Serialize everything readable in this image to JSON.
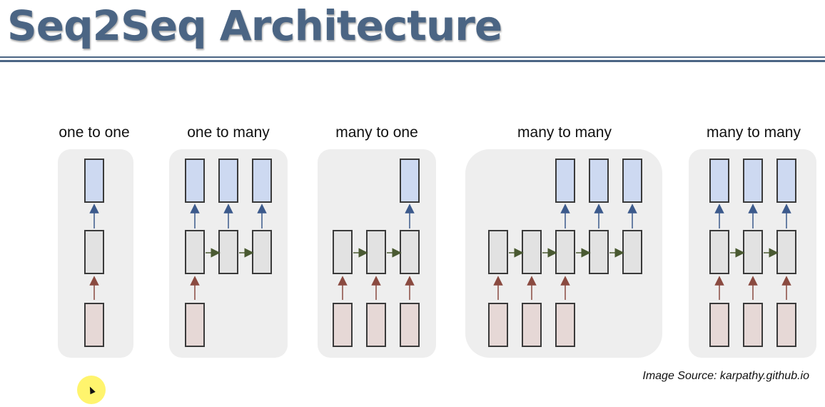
{
  "header": {
    "title": "Seq2Seq Architecture"
  },
  "diagrams": [
    {
      "caption": "one to one"
    },
    {
      "caption": "one to many"
    },
    {
      "caption": "many to one"
    },
    {
      "caption": "many to many"
    },
    {
      "caption": "many to many"
    }
  ],
  "source_note": "Image Source: karpathy.github.io",
  "colors": {
    "title": "#4b6584",
    "output_box": "#cdd9f1",
    "hidden_box": "#e2e2e2",
    "input_box": "#e6d8d6",
    "output_arrow": "#3c5a8c",
    "input_arrow": "#8a4a40",
    "recurrent_arrow": "#4a5a32",
    "panel": "#eeeeee"
  }
}
